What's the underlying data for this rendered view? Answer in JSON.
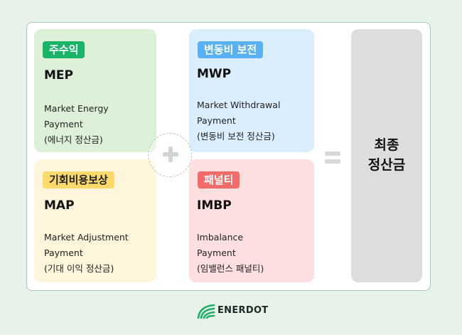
{
  "cards": {
    "mep": {
      "tag": "주수익",
      "code": "MEP",
      "desc": [
        "Market Energy",
        "Payment",
        "(에너지 정산금)"
      ]
    },
    "map": {
      "tag": "기회비용보상",
      "code": "MAP",
      "desc": [
        "Market Adjustment",
        "Payment",
        "(기대 이익 정산금)"
      ]
    },
    "mwp": {
      "tag": "변동비 보전",
      "code": "MWP",
      "desc": [
        "Market Withdrawal",
        "Payment",
        "(변동비 보전 정산금)"
      ]
    },
    "imbp": {
      "tag": "패널티",
      "code": "IMBP",
      "desc": [
        "Imbalance",
        "Payment",
        "(임밸런스 패널티)"
      ]
    }
  },
  "result": {
    "line1": "최종",
    "line2": "정산금"
  },
  "brand": {
    "name": "ENERDOT",
    "logo_icon": "enerdot-logo-icon"
  },
  "colors": {
    "background": "#e6f2ea",
    "mep_tag": "#19b36a",
    "map_tag": "#fbd96b",
    "mwp_tag": "#5ab0f5",
    "imbp_tag": "#f26a6a"
  }
}
